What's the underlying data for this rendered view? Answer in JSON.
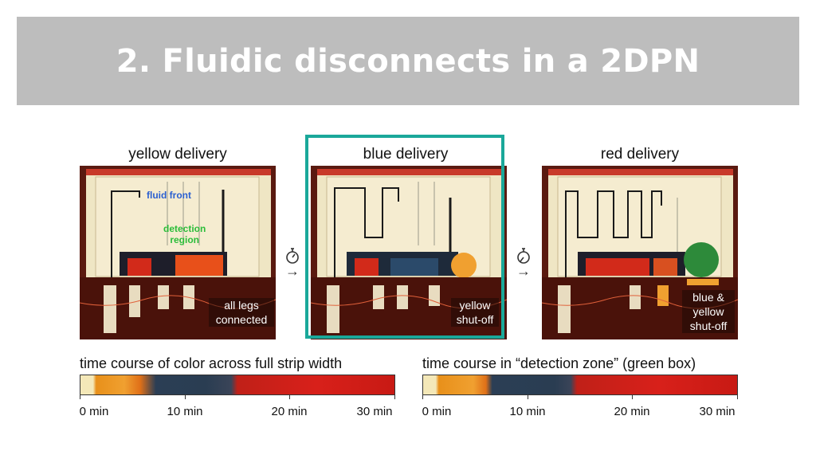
{
  "slide": {
    "title": "2. Fluidic disconnects in a 2DPN"
  },
  "panels": [
    {
      "title": "yellow delivery",
      "overlay": "all legs connected",
      "overlay_lines": [
        "all legs",
        "connected"
      ]
    },
    {
      "title": "blue delivery",
      "overlay_lines": [
        "yellow",
        "shut-off"
      ]
    },
    {
      "title": "red delivery",
      "overlay_lines": [
        "blue &",
        "yellow",
        "shut-off"
      ]
    }
  ],
  "annotations": {
    "fluid_front": "fluid front",
    "detection_region_lines": [
      "detection",
      "region"
    ]
  },
  "timecourses": [
    {
      "title": "time course of color across full strip width",
      "ticks": [
        "0 min",
        "10 min",
        "20 min",
        "30 min"
      ]
    },
    {
      "title": "time course in “detection zone” (green box)",
      "ticks": [
        "0 min",
        "10 min",
        "20 min",
        "30 min"
      ]
    }
  ],
  "colors": {
    "highlight": "#1aa89a",
    "title_band": "#bdbdbd",
    "yellow_phase": "#f0c040",
    "blue_phase": "#2b3e55",
    "red_phase": "#d8201a"
  },
  "icons": [
    "stopwatch-icon",
    "arrow-right-icon"
  ]
}
